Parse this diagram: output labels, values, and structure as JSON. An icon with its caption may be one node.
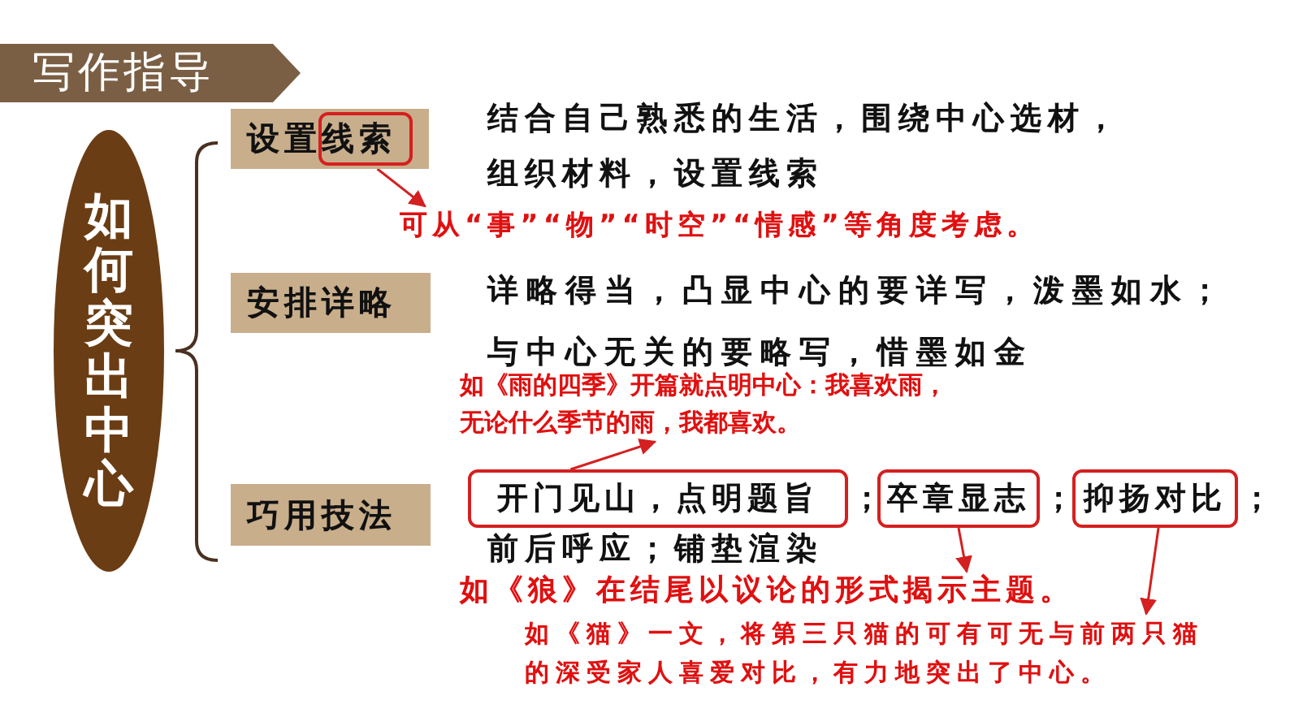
{
  "diagram": {
    "title": "写作指导",
    "nodes": [
      {
        "text": [
          "如何突出中心"
        ]
      },
      {
        "text": [
          "设置线索"
        ]
      },
      {
        "text": [
          "安排详略"
        ]
      },
      {
        "text": [
          "巧用技法"
        ]
      },
      {
        "text": [
          "开门见山，点明题旨"
        ],
        "beside": [
          "；"
        ]
      },
      {
        "text": [
          "卒章显志"
        ],
        "beside": [
          "；"
        ]
      },
      {
        "text": [
          "抑扬对比"
        ],
        "beside": [
          "；"
        ]
      },
      {
        "text": [
          "可从“事”“物”“时空”“情感”等角度考虑。"
        ]
      },
      {
        "text": [
          "如《雨的四季》开篇就点明中心：我喜欢雨，无论什么季节的雨，我都喜欢。"
        ]
      },
      {
        "text": [
          "如《狼》在结尾以议论的形式揭示主题。"
        ]
      },
      {
        "text": [
          "如《猫》一文，将第三只猫的可有可无与前两只猫的深受家人喜爱对比，有力地突出了中心。"
        ]
      }
    ],
    "edges": [
      {
        "from": 1,
        "to": 7,
        "arrow": "to"
      },
      {
        "from": 4,
        "to": 8,
        "arrow": "to"
      },
      {
        "from": 5,
        "to": 9,
        "arrow": "to"
      },
      {
        "from": 6,
        "to": 10,
        "arrow": "to"
      }
    ],
    "labels": [
      "结合自己熟悉的生活，围绕中心选材，组织材料，设置线索",
      "详略得当，凸显中心的要详写，泼墨如水；与中心无关的要略写，惜墨如金",
      "前后呼应；铺垫渲染"
    ]
  }
}
